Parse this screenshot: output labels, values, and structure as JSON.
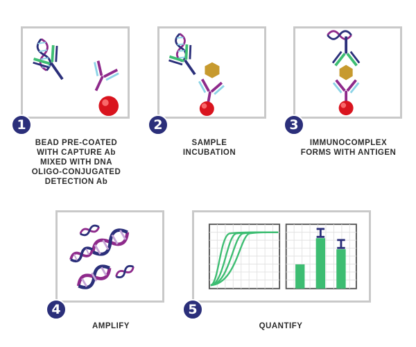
{
  "colors": {
    "navy": "#2b2f7a",
    "purple": "#8e2a8b",
    "green": "#3dbd72",
    "cyan": "#8bd3e6",
    "red": "#d9141e",
    "gold": "#c79a2e",
    "frame": "#c9c9c9"
  },
  "steps": [
    {
      "number": "1",
      "label_lines": [
        "BEAD PRE-COATED",
        "WITH CAPTURE Ab",
        "MIXED WITH DNA",
        "OLIGO-CONJUGATED",
        "DETECTION Ab"
      ]
    },
    {
      "number": "2",
      "label_lines": [
        "SAMPLE",
        "INCUBATION"
      ]
    },
    {
      "number": "3",
      "label_lines": [
        "IMMUNOCOMPLEX",
        "FORMS WITH ANTIGEN"
      ]
    },
    {
      "number": "4",
      "label_lines": [
        "AMPLIFY"
      ]
    },
    {
      "number": "5",
      "label_lines": [
        "QUANTIFY"
      ]
    }
  ],
  "icons": {
    "dna": "dna-helix-icon",
    "antibody": "antibody-icon",
    "bead": "bead-icon",
    "antigen": "antigen-icon",
    "curves": "amplification-curve-icon",
    "bars": "bar-chart-icon"
  },
  "bar_chart": {
    "values": [
      0.48,
      1.0,
      0.78
    ]
  }
}
